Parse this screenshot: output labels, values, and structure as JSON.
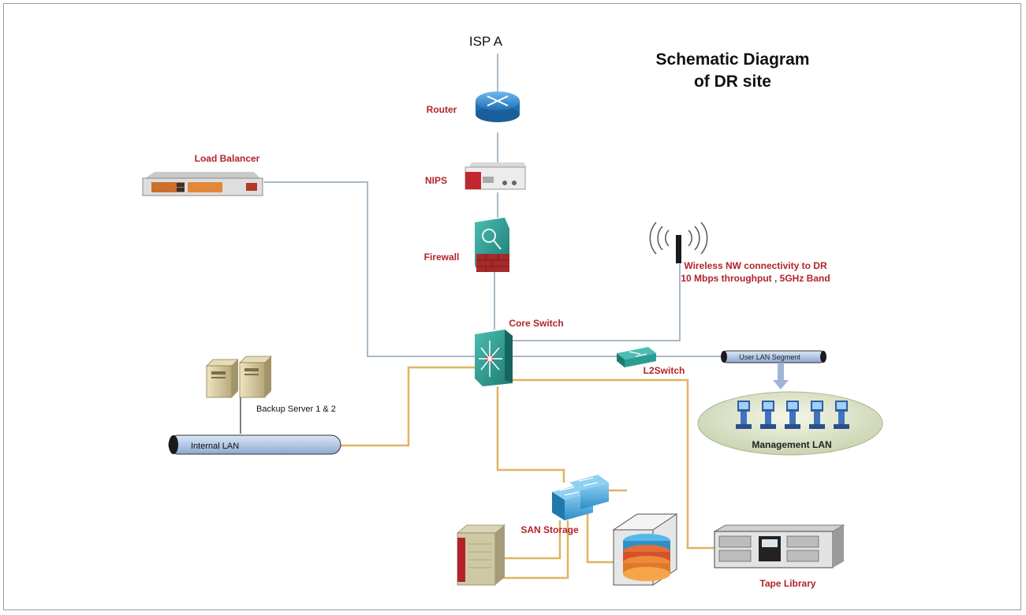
{
  "title_line1": "Schematic Diagram",
  "title_line2": "of DR site",
  "labels": {
    "isp": "ISP A",
    "router": "Router",
    "nips": "NIPS",
    "firewall": "Firewall",
    "load_balancer": "Load Balancer",
    "wireless_line1": "Wireless NW connectivity to DR",
    "wireless_line2": "10 Mbps throughput , 5GHz Band",
    "core_switch": "Core Switch",
    "l2_switch": "L2Switch",
    "user_lan_segment": "User LAN Segment",
    "management_lan": "Management LAN",
    "backup_server": "Backup Server 1 & 2",
    "internal_lan": "Internal LAN",
    "san_storage": "SAN Storage",
    "tape_library": "Tape Library"
  },
  "colors": {
    "label_red": "#b3222b",
    "link_gray": "#a9b9c6",
    "link_orange": "#e0b460",
    "switch_teal": "#2c9c93",
    "router_blue": "#3a8fd0",
    "firewall_red": "#a62a2a"
  },
  "icons": {
    "router": "router-icon",
    "nips": "nips-appliance-icon",
    "firewall": "firewall-icon",
    "load_balancer": "load-balancer-icon",
    "wireless": "wireless-antenna-icon",
    "core_switch": "core-switch-icon",
    "l2_switch": "l2-switch-icon",
    "servers": "server-icon",
    "san_switch": "san-switch-icon",
    "storage": "storage-array-icon",
    "database": "database-icon",
    "tape_library": "tape-library-icon",
    "workstation": "workstation-icon"
  }
}
